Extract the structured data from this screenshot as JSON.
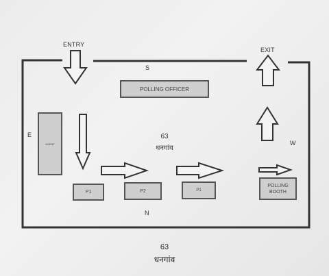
{
  "labels": {
    "entry": "ENTRY",
    "exit": "EXIT",
    "south": "S",
    "north": "N",
    "east": "E",
    "west": "W",
    "polling_officer": "POLLING OFFICER",
    "agent": "AGENT",
    "p1_left": "P1",
    "p2": "P2",
    "p1_mid": "P1",
    "polling_booth": "POLLING BOOTH"
  },
  "center": {
    "number": "63",
    "name": "धनगांव"
  },
  "footer": {
    "number": "63",
    "name": "धनगांव"
  }
}
